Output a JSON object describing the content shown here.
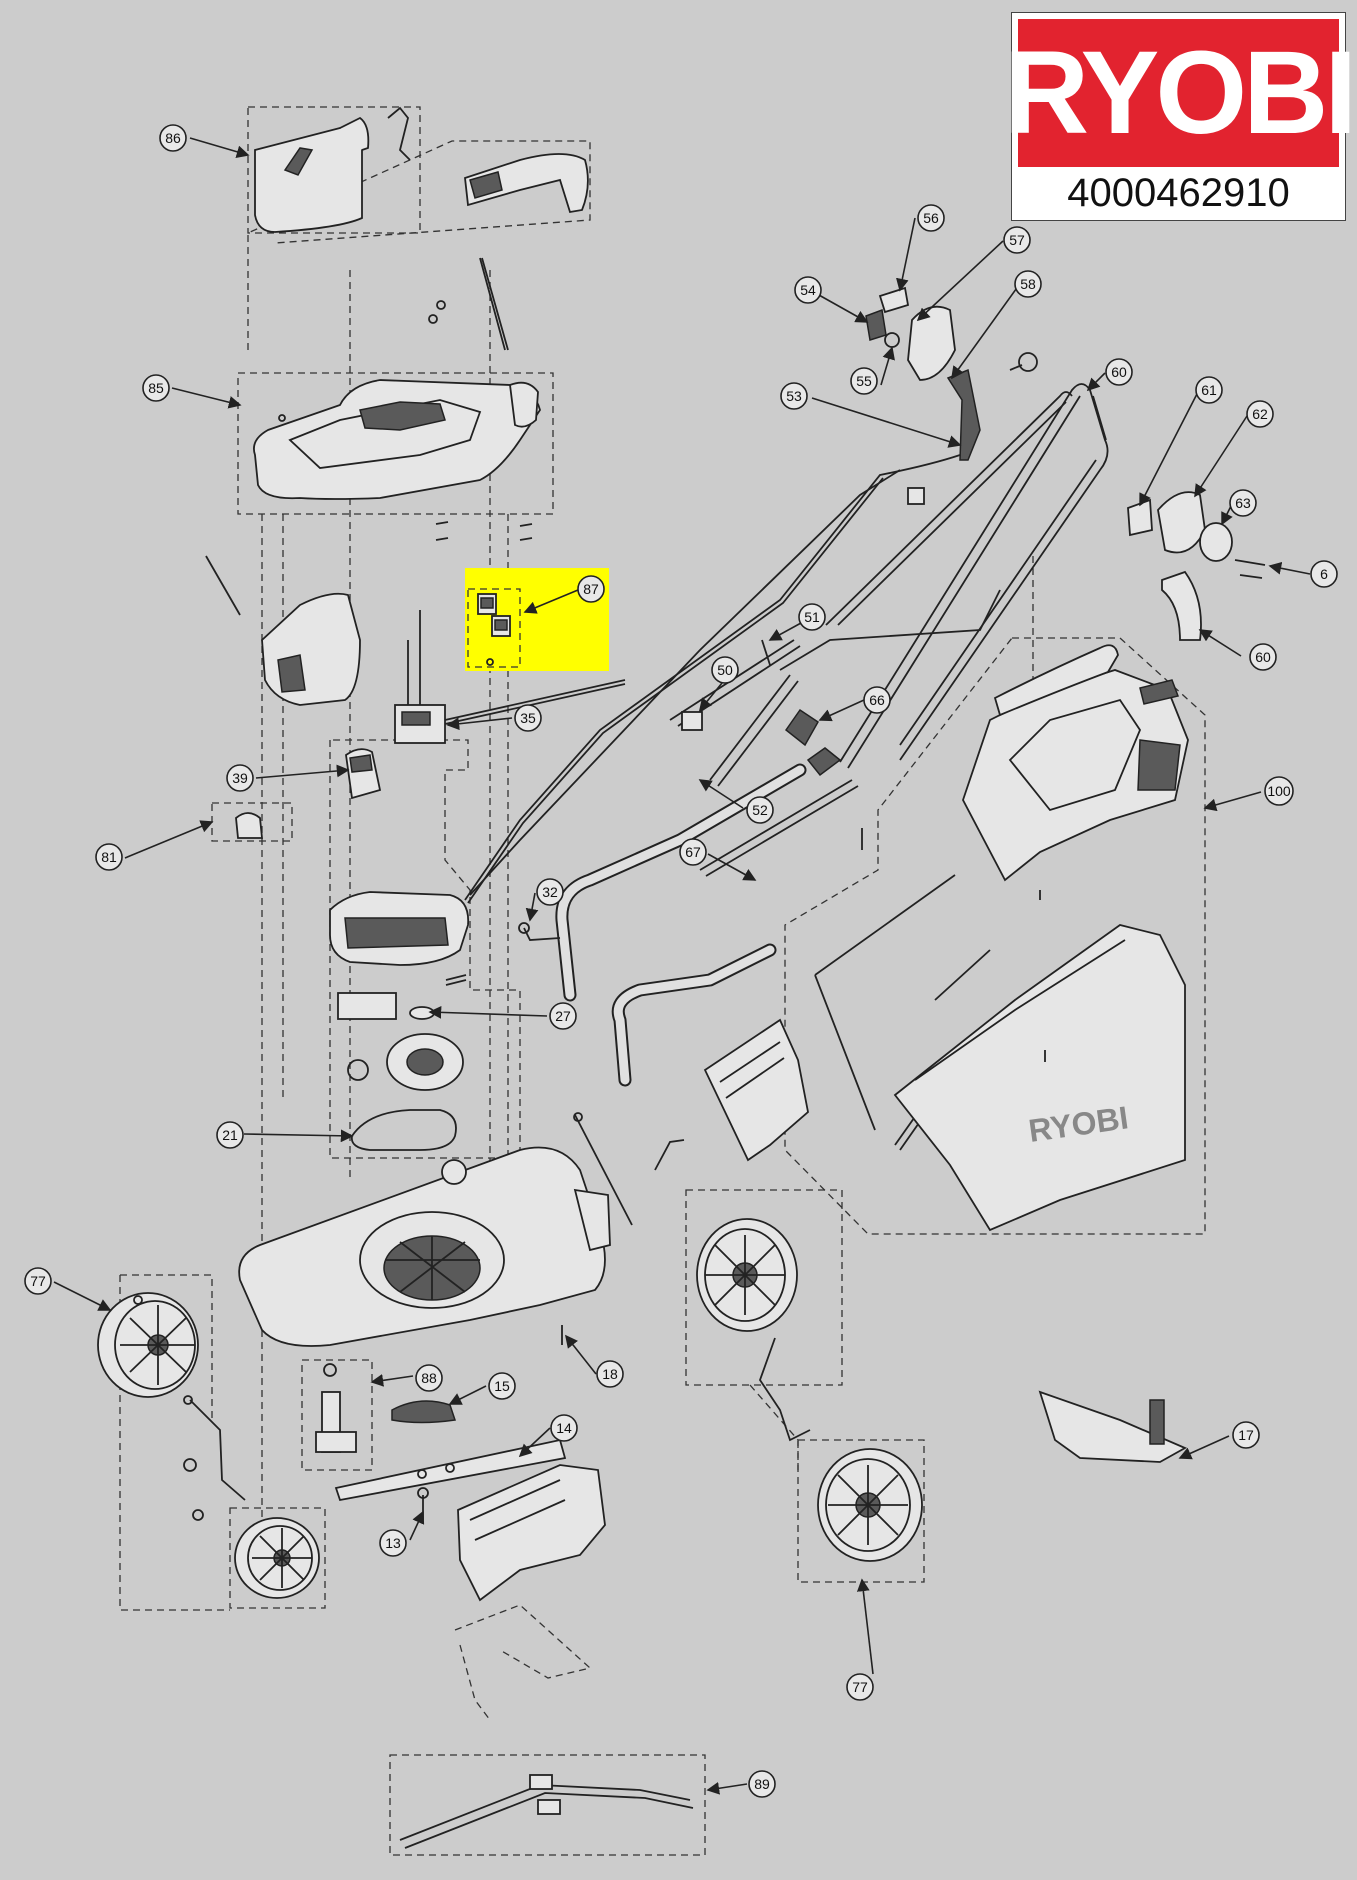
{
  "brand": {
    "logo": "RYOBI",
    "part_number": "4000462910",
    "colors": {
      "logo_bg": "#e2232f",
      "highlight": "#ffff00",
      "background": "#cccccc"
    }
  },
  "callouts": {
    "c86": "86",
    "c85": "85",
    "c87": "87",
    "c35": "35",
    "c39": "39",
    "c81": "81",
    "c27": "27",
    "c21": "21",
    "c77a": "77",
    "c88": "88",
    "c15": "15",
    "c14": "14",
    "c13": "13",
    "c18": "18",
    "c89": "89",
    "c32": "32",
    "c50": "50",
    "c51": "51",
    "c52": "52",
    "c66": "66",
    "c67": "67",
    "c53": "53",
    "c54": "54",
    "c55": "55",
    "c56": "56",
    "c57": "57",
    "c58": "58",
    "c60a": "60",
    "c60b": "60",
    "c61": "61",
    "c62": "62",
    "c63": "63",
    "c6": "6",
    "c100": "100",
    "c17": "17",
    "c77b": "77"
  },
  "grass_bag_logo": "RYOBI",
  "highlighted_part": "87"
}
